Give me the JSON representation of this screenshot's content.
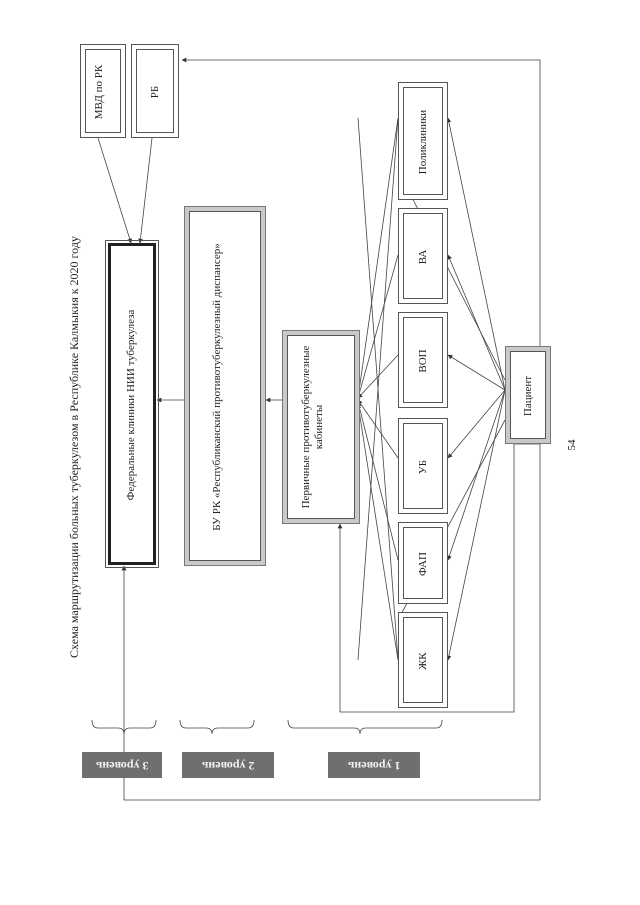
{
  "title": "Схема маршрутизации больных туберкулезом в Республике Калмыкия к 2020 году",
  "page_number": "54",
  "levels": {
    "level3": "3 уровень",
    "level2": "2 уровень",
    "level1": "1 уровень"
  },
  "nodes": {
    "federal": "Федеральные клиники НИИ туберкулеза",
    "mvd": "МВД по РК",
    "rb": "РБ",
    "dispensary": "БУ РК «Республиканский противотуберкулезный диспансер»",
    "primary": "Первичные противотуберкулезные кабинеты",
    "zhk": "ЖК",
    "fap": "ФАП",
    "ub": "УБ",
    "vop": "ВОП",
    "va": "ВА",
    "polyclinics": "Поликлиники",
    "patient": "Пациент"
  }
}
